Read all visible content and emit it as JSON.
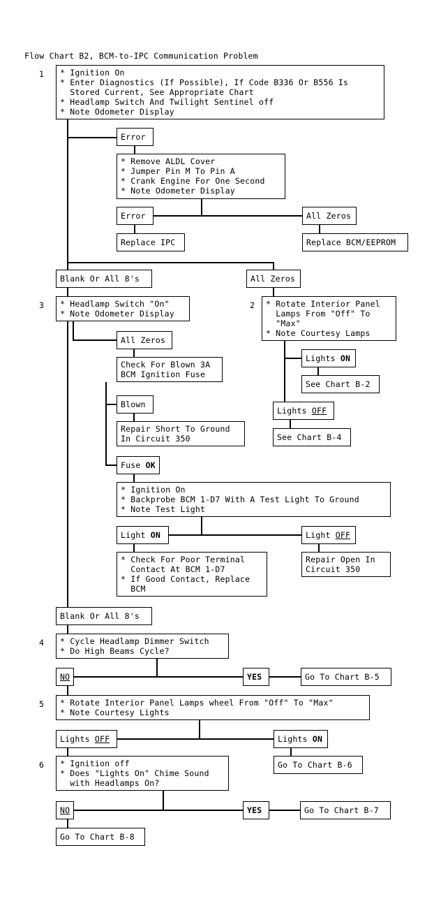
{
  "chart_title": "Flow Chart B2, BCM-to-IPC Communication Problem",
  "step_numbers": {
    "s1": "1",
    "s2": "2",
    "s3": "3",
    "s4": "4",
    "s5": "5",
    "s6": "6"
  },
  "boxes": {
    "step1": "* Ignition On\n* Enter Diagnostics (If Possible), If Code B336 Or B556 Is\n  Stored Current, See Appropriate Chart\n* Headlamp Switch And Twilight Sentinel off\n* Note Odometer Display",
    "error_top": "Error",
    "aldl_steps": "* Remove ALDL Cover\n* Jumper Pin M To Pin A\n* Crank Engine For One Second\n* Note Odometer Display",
    "error_second": "Error",
    "all_zeros_right1": "All Zeros",
    "replace_ipc": "Replace IPC",
    "replace_bcm_eeprom": "Replace BCM/EEPROM",
    "blank_or_all_8s_1": "Blank Or All 8's",
    "all_zeros_mid": "All Zeros",
    "step3": "* Headlamp Switch \"On\"\n* Note Odometer Display",
    "step2": "* Rotate Interior Panel\n  Lamps From \"Off\" To\n  \"Max\"\n* Note Courtesy Lamps",
    "all_zeros_left": "All Zeros",
    "check_fuse": "Check For Blown 3A\nBCM Ignition Fuse",
    "blown": "Blown",
    "repair_short": "Repair Short To Ground\nIn Circuit 350",
    "fuse_ok_prefix": "Fuse ",
    "fuse_ok_bold": "OK",
    "lights_on_1_prefix": "Lights ",
    "lights_on_1_bold": "ON",
    "see_chart_b2": "See Chart B-2",
    "lights_off_1_prefix": "Lights ",
    "lights_off_1_underline": "OFF",
    "see_chart_b4": "See Chart B-4",
    "backprobe_steps": "* Ignition On\n* Backprobe BCM 1-D7 With A Test Light To Ground\n* Note Test Light",
    "light_on_prefix": "Light ",
    "light_on_bold": "ON",
    "light_off_prefix": "Light ",
    "light_off_underline": "OFF",
    "check_terminal": "* Check For Poor Terminal\n  Contact At BCM 1-D7\n* If Good Contact, Replace\n  BCM",
    "repair_open": "Repair Open In\nCircuit 350",
    "blank_or_all_8s_2": "Blank Or All 8's",
    "step4": "* Cycle Headlamp Dimmer Switch\n* Do High Beams Cycle?",
    "no_1": "NO",
    "yes_1": "YES",
    "go_to_chart_b5": "Go To Chart B-5",
    "step5": "* Rotate Interior Panel Lamps wheel From \"Off\" To \"Max\"\n* Note Courtesy Lights",
    "lights_off_2_prefix": "Lights ",
    "lights_off_2_underline": "OFF",
    "lights_on_2_prefix": "Lights ",
    "lights_on_2_bold": "ON",
    "go_to_chart_b6": "Go To Chart B-6",
    "step6": "* Ignition off\n* Does \"Lights On\" Chime Sound\n  with Headlamps On?",
    "no_2": "NO",
    "yes_2": "YES",
    "go_to_chart_b7": "Go To Chart B-7",
    "go_to_chart_b8": "Go To Chart B-8"
  },
  "colors": {
    "line": "#000000",
    "background": "#ffffff",
    "text": "#000000"
  }
}
